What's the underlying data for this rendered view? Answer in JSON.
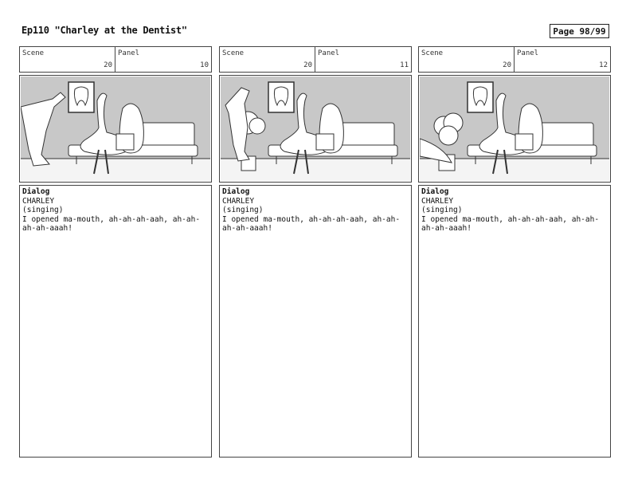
{
  "header": {
    "title": "Ep110 \"Charley at the Dentist\"",
    "page": "Page 98/99"
  },
  "labels": {
    "scene": "Scene",
    "panel": "Panel",
    "dialog": "Dialog"
  },
  "panels": [
    {
      "scene": "20",
      "panel": "10",
      "character": "CHARLEY",
      "direction": "(singing)",
      "line": "I opened ma-mouth, ah-ah-ah-aah, ah-ah-ah-ah-aaah!"
    },
    {
      "scene": "20",
      "panel": "11",
      "character": "CHARLEY",
      "direction": "(singing)",
      "line": "I opened ma-mouth, ah-ah-ah-aah, ah-ah-ah-ah-aaah!"
    },
    {
      "scene": "20",
      "panel": "12",
      "character": "CHARLEY",
      "direction": "(singing)",
      "line": "I opened ma-mouth, ah-ah-ah-aah, ah-ah-ah-ah-aaah!"
    }
  ]
}
